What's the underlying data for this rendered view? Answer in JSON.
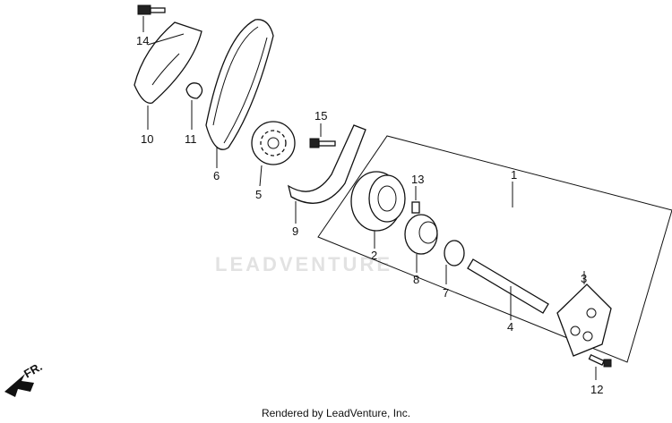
{
  "watermark": "LEADVENTURE",
  "credit": "Rendered by LeadVenture, Inc.",
  "direction_label": "FR.",
  "callouts": [
    "1",
    "2",
    "3",
    "4",
    "5",
    "6",
    "7",
    "8",
    "9",
    "10",
    "11",
    "12",
    "13",
    "14",
    "15"
  ]
}
